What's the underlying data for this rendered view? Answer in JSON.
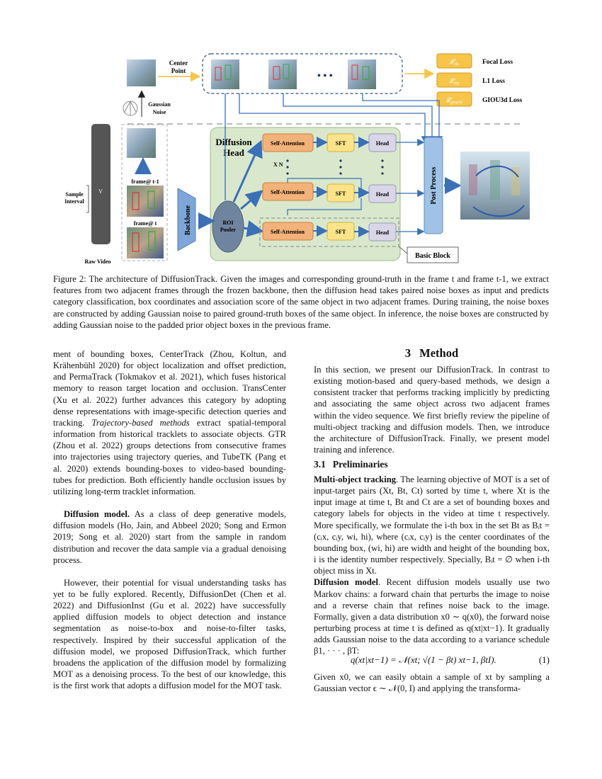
{
  "figure": {
    "center_point": "Center Point",
    "gaussian_noise": "Gaussian Noise",
    "ellipsis": "• • •",
    "loss_labels": [
      "Focal Loss",
      "L1 Loss",
      "GIOU3d Loss"
    ],
    "loss_symbols": [
      "L_cls",
      "L_reg",
      "L_giou3d"
    ],
    "diffusion_head": "Diffusion Head",
    "self_attention": "Self-Attention",
    "sft": "SFT",
    "head": "Head",
    "xn": "X N",
    "roi_pooler": "ROI Pooler",
    "backbone": "Backbone",
    "post_process": "Post Process",
    "basic_block": "Basic Block",
    "frame_t1": "frame@ t-1",
    "frame_t": "frame@ t",
    "sample_interval": "Sample Interval",
    "raw_video": "Raw Video",
    "v_mark": "V",
    "colors": {
      "head_green": "#d9e8cc",
      "attention_orange": "#f2b27a",
      "sft_yellow": "#fbe38a",
      "head_lilac": "#d9d6e8",
      "post_blue": "#9fc2e6",
      "roi_slate": "#6f849f",
      "backbone_blue": "#7fa6d8",
      "arrow_blue": "#3b6fb6",
      "loss_gold": "#f6c54a"
    }
  },
  "caption": "Figure 2: The architecture of DiffusionTrack. Given the images and corresponding ground-truth in the frame t and frame t-1, we extract features from two adjacent frames through the frozen backbone, then the diffusion head takes paired noise boxes as input and predicts category classification, box coordinates and association score of the same object in two adjacent frames. During training, the noise boxes are constructed by adding Gaussian noise to paired ground-truth boxes of the same object. In inference, the noise boxes are constructed by adding Gaussian noise to the padded prior object boxes in the previous frame.",
  "left_column": {
    "p1": "ment of bounding boxes, CenterTrack (Zhou, Koltun, and Krähenbühl 2020) for object localization and offset prediction, and PermaTrack (Tokmakov et al. 2021), which fuses historical memory to reason target location and occlusion. TransCenter (Xu et al. 2022) further advances this category by adopting dense representations with image-specific detection queries and tracking.",
    "p1_italic": "Trajectory-based methods",
    "p1_tail": "extract spatial-temporal information from historical tracklets to associate objects. GTR (Zhou et al. 2022) groups detections from consecutive frames into trajectories using trajectory queries, and TubeTK (Pang et al. 2020) extends bounding-boxes to video-based bounding-tubes for prediction. Both efficiently handle occlusion issues by utilizing long-term tracklet information.",
    "p2_bold": "Diffusion model.",
    "p2": "As a class of deep generative models, diffusion models (Ho, Jain, and Abbeel 2020; Song and Ermon 2019; Song et al. 2020) start from the sample in random distribution and recover the data sample via a gradual denoising process.",
    "p3": "However, their potential for visual understanding tasks has yet to be fully explored. Recently, DiffusionDet (Chen et al. 2022) and DiffusionInst (Gu et al. 2022) have successfully applied diffusion models to object detection and instance segmentation as noise-to-box and noise-to-filter tasks, respectively. Inspired by their successful application of the diffusion model, we proposed DiffusionTrack, which further broadens the application of the diffusion model by formalizing MOT as a denoising process. To the best of our knowledge, this is the first work that adopts a diffusion model for the MOT task."
  },
  "section3": {
    "num": "3",
    "title": "Method"
  },
  "right_column": {
    "intro": "In this section, we present our DiffusionTrack. In contrast to existing motion-based and query-based methods, we design a consistent tracker that performs tracking implicitly by predicting and associating the same object across two adjacent frames within the video sequence. We first briefly review the pipeline of multi-object tracking and diffusion models. Then, we introduce the architecture of DiffusionTrack. Finally, we present model training and inference.",
    "sub_num": "3.1",
    "sub_title": "Preliminaries",
    "mot_bold": "Multi-object tracking",
    "mot": ". The learning objective of MOT is a set of input-target pairs (Xt, Bt, Ct) sorted by time t, where Xt is the input image at time t, Bt and Ct are a set of bounding boxes and category labels for objects in the video at time t respectively. More specifically, we formulate the i-th box in the set Bt as Bᵢt = (cᵢx, cᵢy, wi, hi), where (cᵢx, cᵢy) is the center coordinates of the bounding box, (wi, hi) are width and height of the bounding box, i is the identity number respectively. Specially, Bᵢt = ∅ when i-th object miss in Xt.",
    "dm_bold": "Diffusion model",
    "dm": ". Recent diffusion models usually use two Markov chains: a forward chain that perturbs the image to noise and a reverse chain that refines noise back to the image. Formally, given a data distribution x0 ∼ q(x0), the forward noise perturbing process at time t is defined as q(xt|xt−1). It gradually adds Gaussian noise to the data according to a variance schedule β1, · · · , βT:",
    "equation": "q(xt|xt−1) = 𝒩(xt; √(1 − βt) xt−1, βtI).",
    "equation_num": "(1)",
    "after": "Given x0, we can easily obtain a sample of xt by sampling a Gaussian vector ϵ ∼ 𝒩(0, I) and applying the transforma-"
  }
}
